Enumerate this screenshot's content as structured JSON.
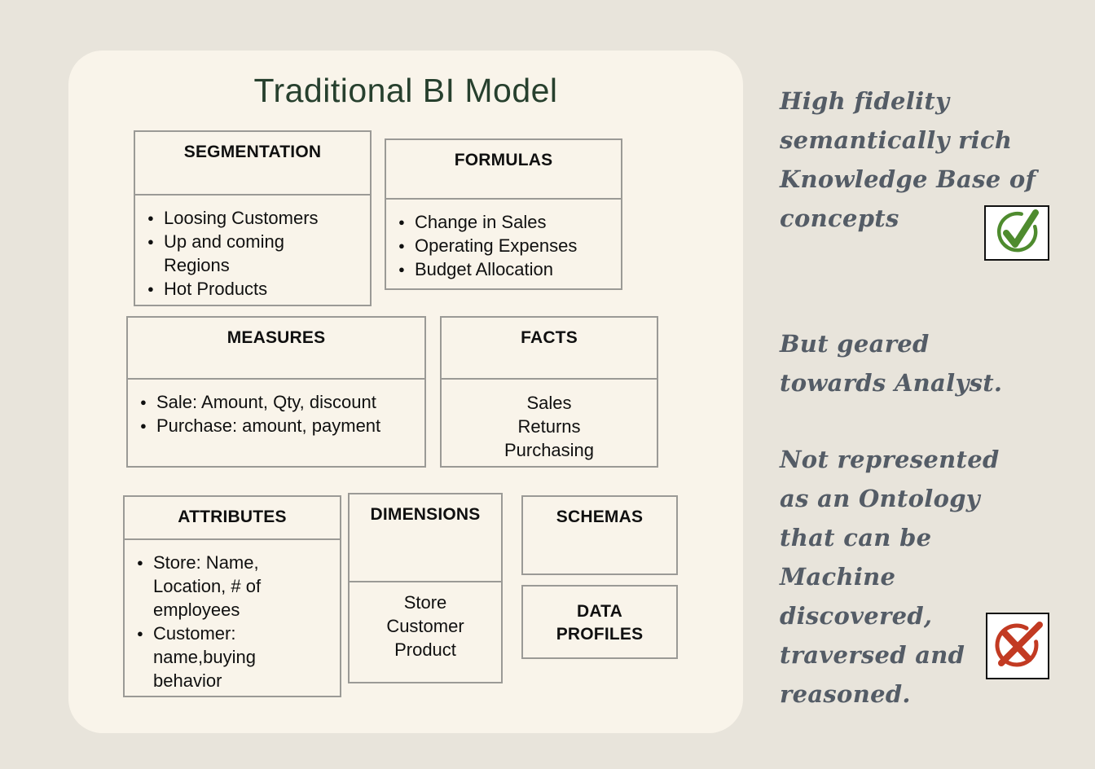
{
  "title": "Traditional BI Model",
  "bullet": "●",
  "boxes": [
    {
      "title": "SEGMENTATION",
      "items": [
        "Loosing Customers",
        "Up and coming Regions",
        "Hot Products"
      ]
    },
    {
      "title": "FORMULAS",
      "items": [
        "Change in Sales",
        "Operating Expenses",
        "Budget Allocation"
      ]
    },
    {
      "title": "MEASURES",
      "items": [
        "Sale: Amount, Qty, discount",
        "Purchase: amount, payment"
      ]
    },
    {
      "title": "FACTS",
      "lines": [
        "Sales",
        "Returns",
        "Purchasing"
      ]
    },
    {
      "title": "ATTRIBUTES",
      "items": [
        "Store: Name, Location, # of employees",
        "Customer: name,buying behavior"
      ]
    },
    {
      "title": "DIMENSIONS",
      "lines": [
        "Store",
        "Customer",
        "Product"
      ]
    },
    {
      "title": "SCHEMAS"
    },
    {
      "title": "DATA PROFILES"
    }
  ],
  "notes": [
    {
      "text": "High fidelity semantically rich Knowledge Base of concepts",
      "icon": "check-icon"
    },
    {
      "text": "But geared towards Analyst."
    },
    {
      "text": "Not represented as an Ontology that can be Machine discovered, traversed and reasoned.",
      "icon": "cross-icon"
    }
  ],
  "colors": {
    "page_bg": "#e8e4db",
    "panel_bg": "#f9f4ea",
    "box_border": "#9b9a96",
    "title_color": "#27402e",
    "note_text": "#545c66",
    "check": "#4e8b2e",
    "cross": "#c23a22"
  }
}
